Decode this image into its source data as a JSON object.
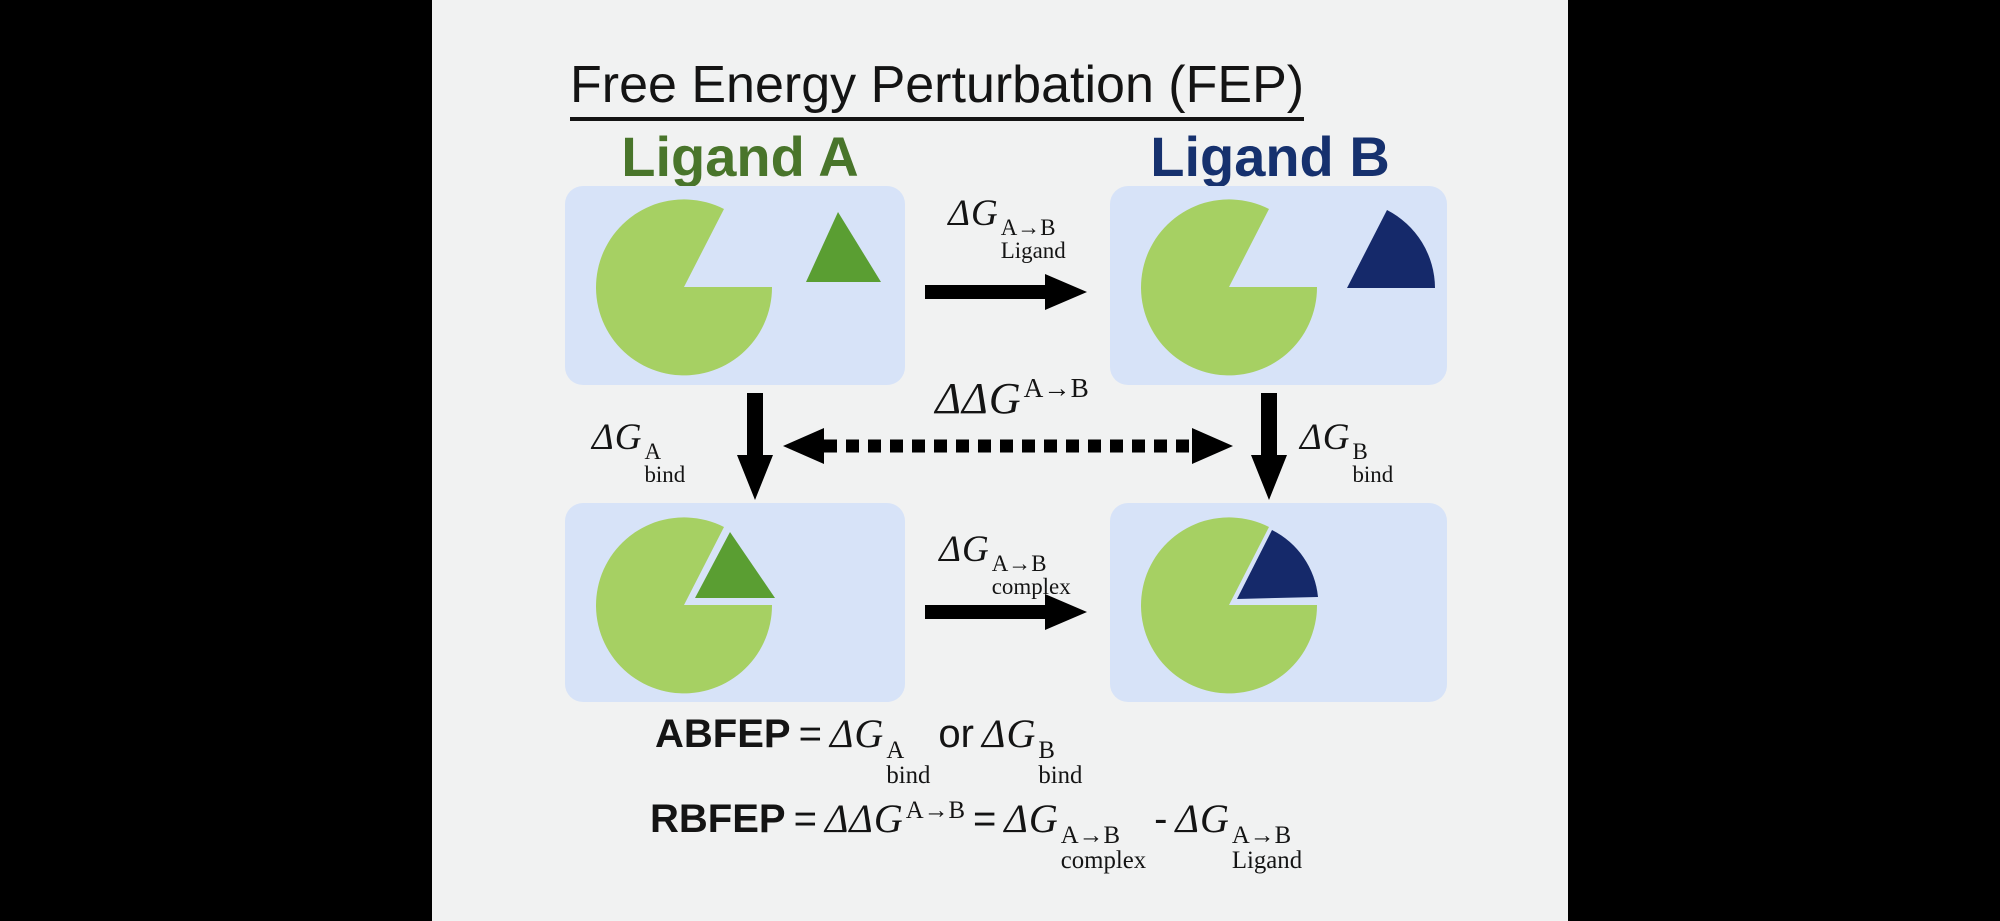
{
  "title": "Free Energy Perturbation (FEP)",
  "columns": {
    "ligand_a": {
      "label": "Ligand A",
      "color": "#49752b"
    },
    "ligand_b": {
      "label": "Ligand B",
      "color": "#16316e"
    }
  },
  "colors": {
    "background": "#f1f2f2",
    "letterbox": "#000000",
    "box_fill": "#d7e3f8",
    "green_light": "#a6d063",
    "green_dark": "#5a9e32",
    "navy": "#15296a",
    "text": "#141414"
  },
  "formulas": {
    "dg_ligand": {
      "main": "ΔG",
      "sup": "A→B",
      "sub": "Ligand"
    },
    "ddg": {
      "main": "ΔΔG",
      "sup": "A→B"
    },
    "dg_bind_a": {
      "main": "ΔG",
      "sup": "A",
      "sub": "bind"
    },
    "dg_bind_b": {
      "main": "ΔG",
      "sup": "B",
      "sub": "bind"
    },
    "dg_complex": {
      "main": "ΔG",
      "sup": "A→B",
      "sub": "complex"
    },
    "abfep": [
      {
        "bold": "ABFEP"
      },
      {
        "plain": "="
      },
      {
        "math": {
          "main": "ΔG",
          "sup": "A",
          "sub": "bind"
        }
      },
      {
        "plain": "or"
      },
      {
        "math": {
          "main": "ΔG",
          "sup": "B",
          "sub": "bind"
        }
      }
    ],
    "rbfep": [
      {
        "bold": "RBFEP"
      },
      {
        "plain": "="
      },
      {
        "math": {
          "main": "ΔΔG",
          "sup": "A→B"
        }
      },
      {
        "plain": "="
      },
      {
        "math": {
          "main": "ΔG",
          "sup": "A→B",
          "sub": "complex"
        }
      },
      {
        "plain": "-"
      },
      {
        "math": {
          "main": "ΔG",
          "sup": "A→B",
          "sub": "Ligand"
        }
      }
    ]
  }
}
